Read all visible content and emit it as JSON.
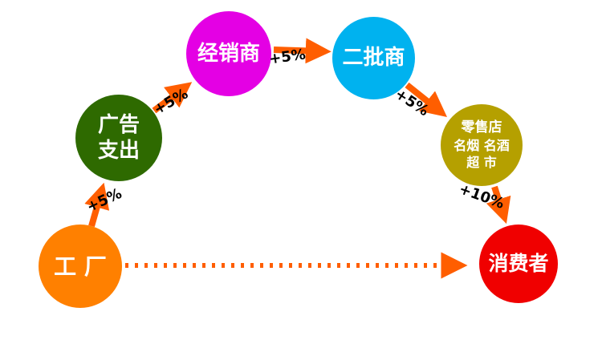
{
  "diagram_title": "distribution-chain-markup-diagram",
  "colors": {
    "arrow": "#FF5E00",
    "node_factory": "#FF8000",
    "node_advertising": "#2E6A00",
    "node_distributor": "#E400E4",
    "node_second_batch": "#00B2EF",
    "node_retail": "#B5A000",
    "node_consumer": "#F00000",
    "node_text": "#FFFFFF",
    "edge_label_text": "#000000",
    "background": "#FFFFFF"
  },
  "nodes": {
    "factory": {
      "label": "工 厂"
    },
    "advertising": {
      "lines": [
        "广告",
        "支出"
      ]
    },
    "distributor": {
      "label": "经销商"
    },
    "second_batch": {
      "label": "二批商"
    },
    "retail": {
      "lines": [
        "零售店",
        "名烟 名酒",
        "超 市"
      ]
    },
    "consumer": {
      "label": "消费者"
    }
  },
  "edge_labels": {
    "factory_to_advertising": "+5%",
    "advertising_to_distributor": "+5%",
    "distributor_to_second_batch": "+5%",
    "second_batch_to_retail": "+5%",
    "retail_to_consumer": "+10%"
  }
}
